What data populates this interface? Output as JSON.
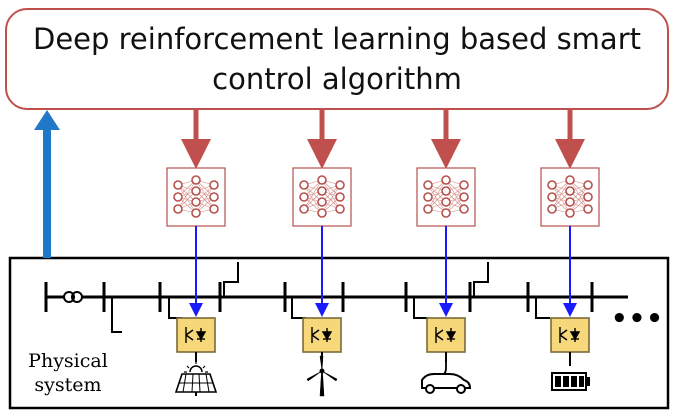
{
  "title": {
    "line1": "Deep reinforcement learning based smart",
    "line2": "control algorithm"
  },
  "physical_system_label": {
    "line1": "Physical",
    "line2": "system"
  },
  "ellipsis": "•••",
  "icons": [
    "solar-panel-icon",
    "wind-turbine-icon",
    "electric-vehicle-icon",
    "battery-icon"
  ],
  "colors": {
    "title_border": "#c0504d",
    "down_arrow": "#c0504d",
    "feedback_arrow": "#1f78c8",
    "signal_arrow": "#1a1aff",
    "nn_node": "#b5514d",
    "converter_fill": "#f6d77a",
    "converter_border": "#7a6a3a"
  }
}
